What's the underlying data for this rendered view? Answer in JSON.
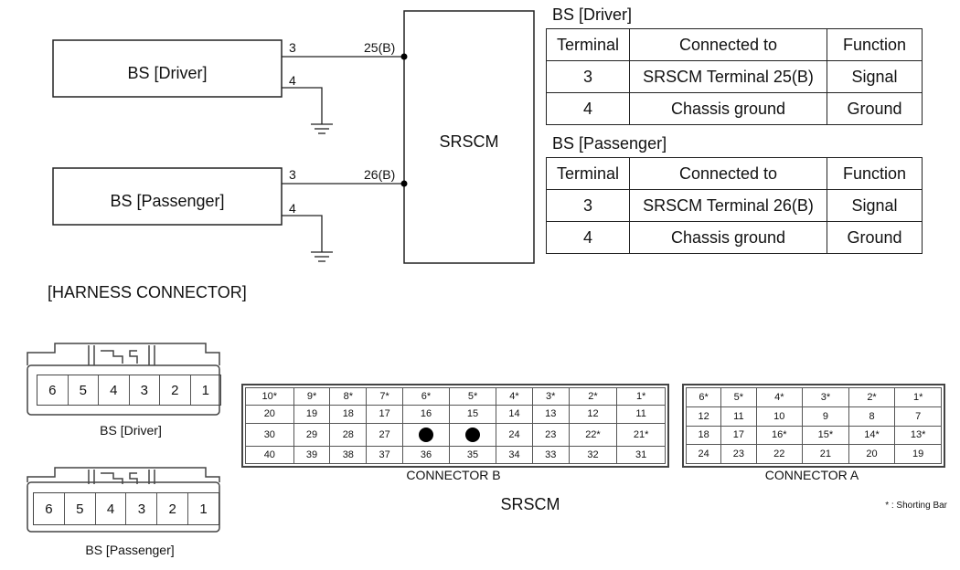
{
  "schematic": {
    "driver_box": "BS [Driver]",
    "passenger_box": "BS [Passenger]",
    "srscm_box": "SRSCM",
    "driver_pin_signal": "3",
    "driver_pin_ground": "4",
    "driver_srscm_pin": "25(B)",
    "passenger_pin_signal": "3",
    "passenger_pin_ground": "4",
    "passenger_srscm_pin": "26(B)"
  },
  "driver_table": {
    "title": "BS [Driver]",
    "headers": [
      "Terminal",
      "Connected to",
      "Function"
    ],
    "rows": [
      [
        "3",
        "SRSCM Terminal 25(B)",
        "Signal"
      ],
      [
        "4",
        "Chassis ground",
        "Ground"
      ]
    ]
  },
  "passenger_table": {
    "title": "BS [Passenger]",
    "headers": [
      "Terminal",
      "Connected to",
      "Function"
    ],
    "rows": [
      [
        "3",
        "SRSCM Terminal 26(B)",
        "Signal"
      ],
      [
        "4",
        "Chassis ground",
        "Ground"
      ]
    ]
  },
  "harness": {
    "title": "[HARNESS CONNECTOR]",
    "bs_driver_label": "BS [Driver]",
    "bs_passenger_label": "BS [Passenger]",
    "bs_pins": [
      "6",
      "5",
      "4",
      "3",
      "2",
      "1"
    ],
    "connector_b_label": "CONNECTOR B",
    "connector_a_label": "CONNECTOR A",
    "srscm_label": "SRSCM",
    "shorting_note": "* : Shorting Bar",
    "connector_b_rows": [
      [
        "10*",
        "9*",
        "8*",
        "7*",
        "6*",
        "5*",
        "4*",
        "3*",
        "2*",
        "1*"
      ],
      [
        "20",
        "19",
        "18",
        "17",
        "16",
        "15",
        "14",
        "13",
        "12",
        "11"
      ],
      [
        "30",
        "29",
        "28",
        "27",
        "",
        "",
        "24",
        "23",
        "22*",
        "21*"
      ],
      [
        "40",
        "39",
        "38",
        "37",
        "36",
        "35",
        "34",
        "33",
        "32",
        "31"
      ]
    ],
    "connector_a_rows": [
      [
        "6*",
        "5*",
        "4*",
        "3*",
        "2*",
        "1*"
      ],
      [
        "12",
        "11",
        "10",
        "9",
        "8",
        "7"
      ],
      [
        "18",
        "17",
        "16*",
        "15*",
        "14*",
        "13*"
      ],
      [
        "24",
        "23",
        "22",
        "21",
        "20",
        "19"
      ]
    ]
  }
}
